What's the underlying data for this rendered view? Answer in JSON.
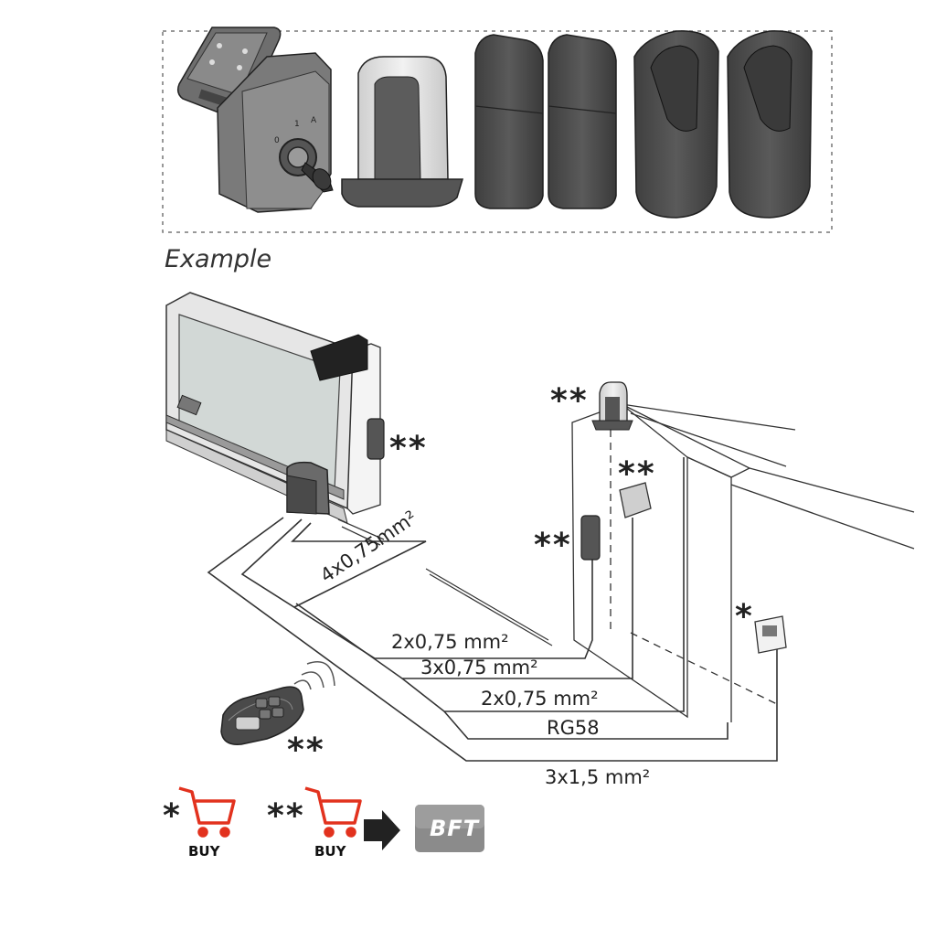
{
  "heading": "Example",
  "cables": {
    "gate_cable": "4x0,75mm²",
    "c1": "2x0,75 mm²",
    "c2": "3x0,75 mm²",
    "c3": "2x0,75 mm²",
    "c4": "RG58",
    "c5": "3x1,5 mm²"
  },
  "markers": {
    "double": "**",
    "single": "*"
  },
  "legend": {
    "buy_label_1": "BUY",
    "buy_label_2": "BUY",
    "brand_logo": "BFT"
  },
  "icons": [
    "shopping-cart-icon",
    "arrow-right-icon",
    "bft-logo"
  ]
}
